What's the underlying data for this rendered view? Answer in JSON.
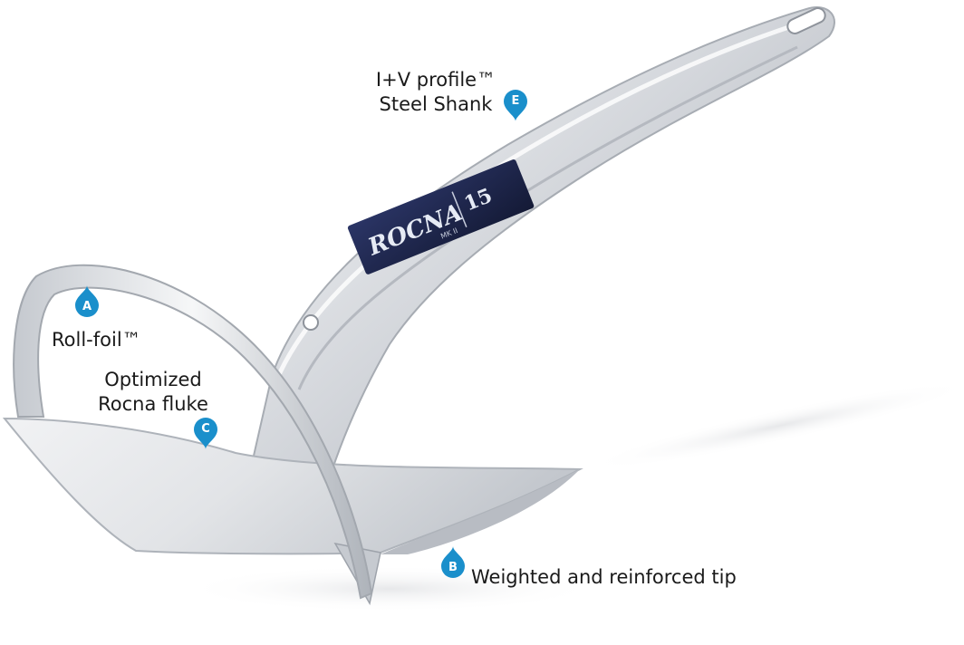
{
  "logo": {
    "brand": "ROCNA",
    "model_number": "15",
    "model_sub": "MK II"
  },
  "markers": {
    "a": "A",
    "b": "B",
    "c": "C",
    "e": "E"
  },
  "labels": {
    "roll_foil": "Roll-foil™",
    "fluke_line1": "Optimized",
    "fluke_line2": "Rocna fluke",
    "tip": "Weighted and reinforced tip",
    "shank_line1": "I+V profile™",
    "shank_line2": "Steel Shank"
  },
  "colors": {
    "marker": "#1a8fcb",
    "steel_light": "#f4f5f7",
    "steel_mid": "#c9ccd2",
    "steel_dark": "#8e939b",
    "plate": "#1d2548"
  }
}
